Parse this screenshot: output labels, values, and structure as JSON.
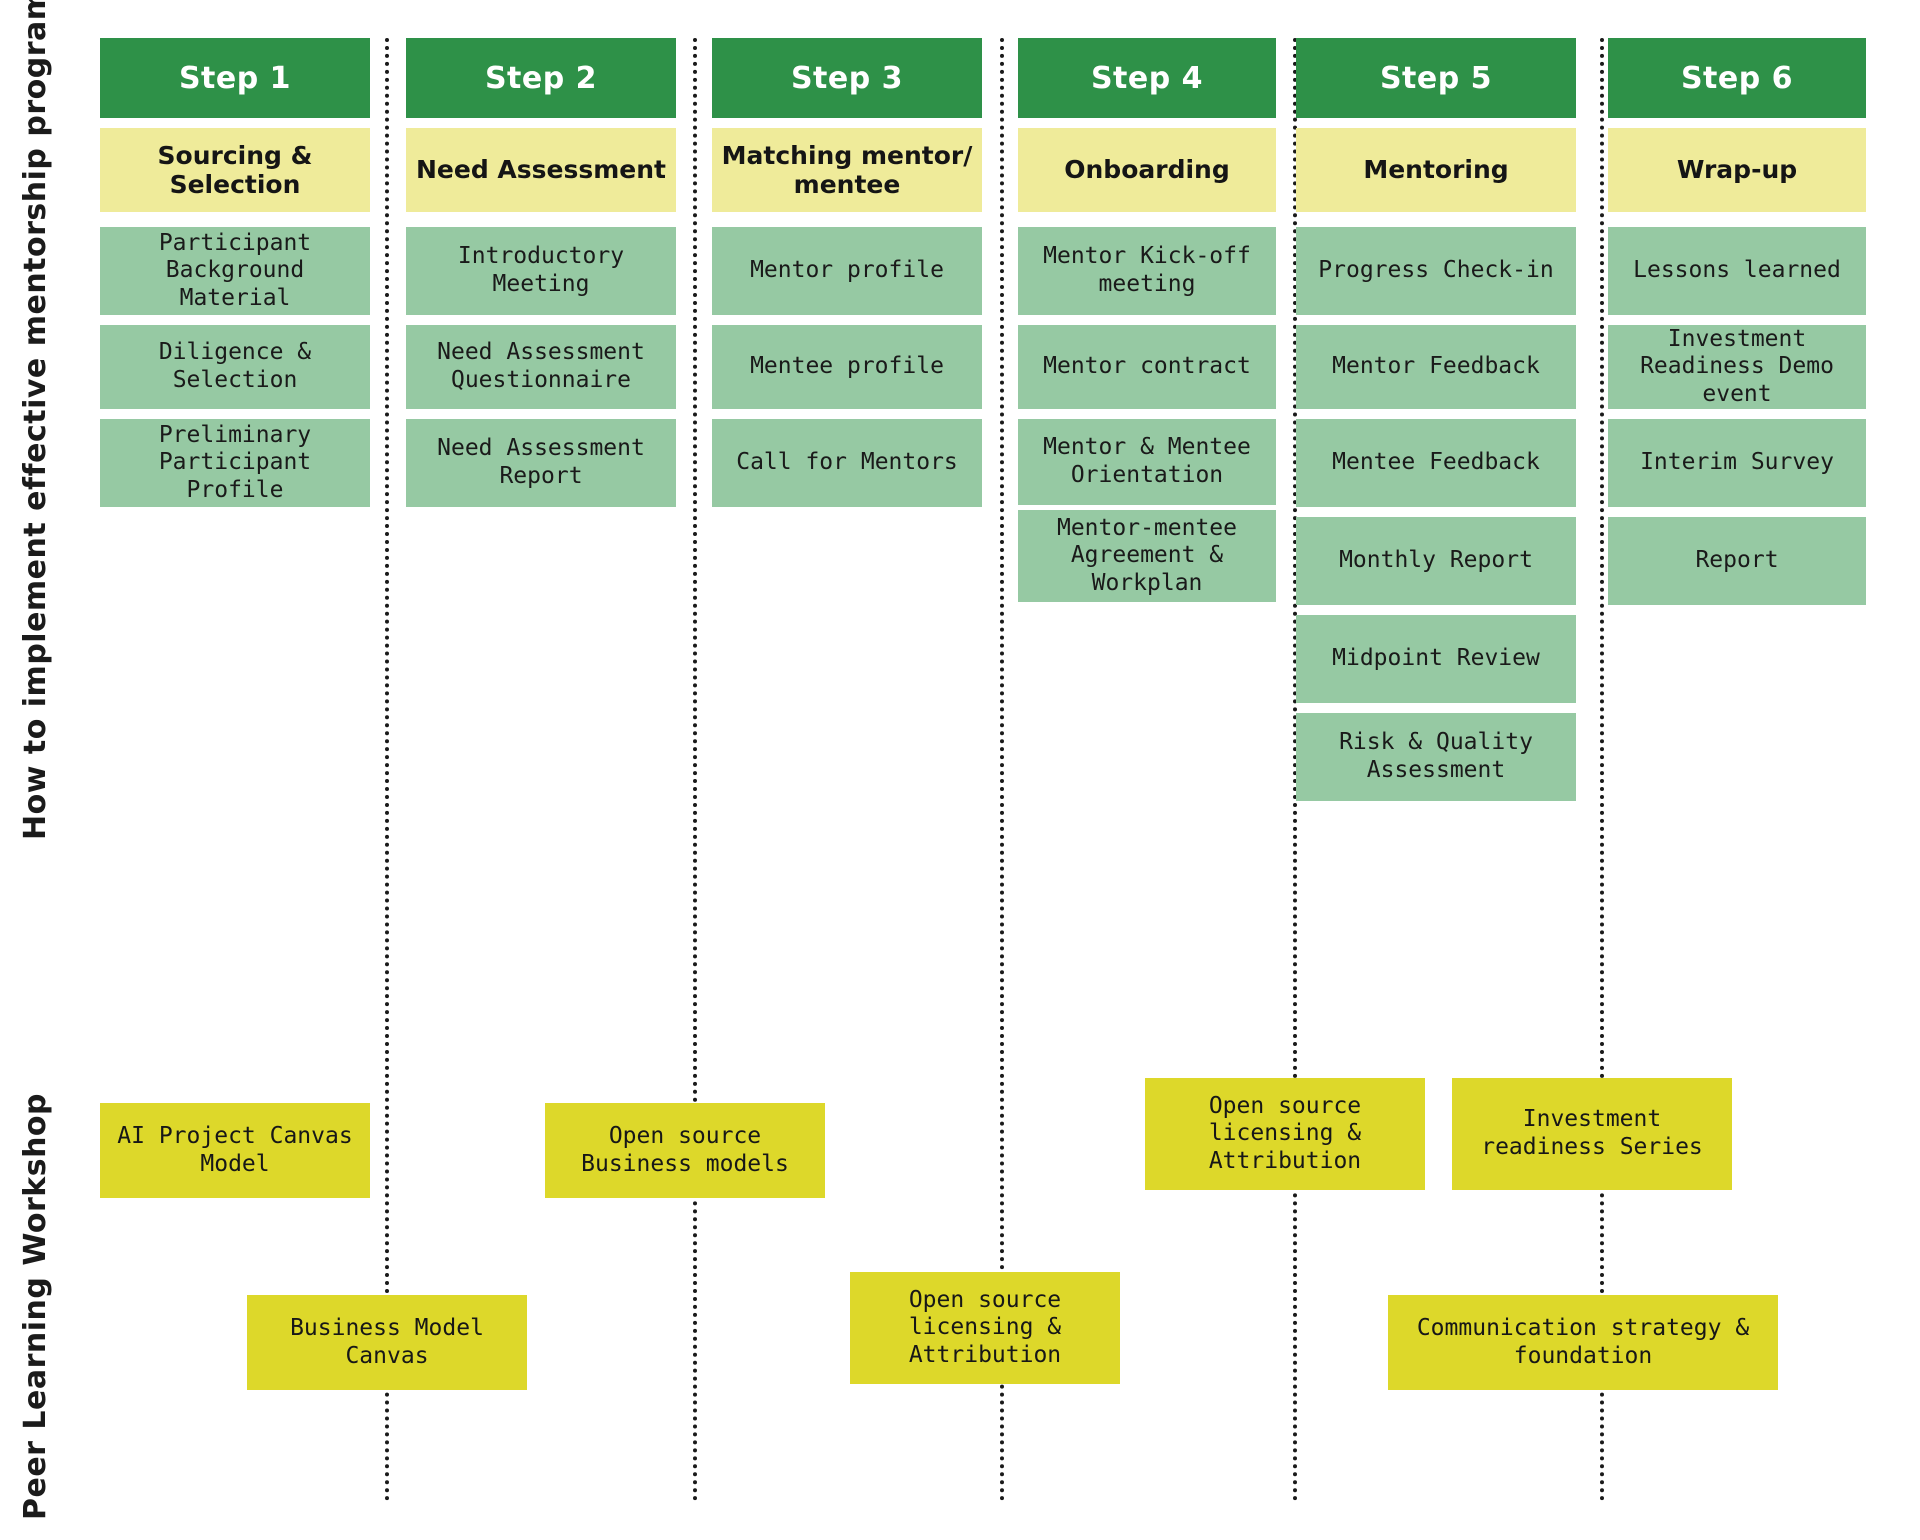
{
  "sections": {
    "top_label": "How to implement effective mentorship program",
    "bottom_label": "Peer Learning Workshop"
  },
  "colors": {
    "step_header": "#2e9148",
    "phase": "#efeb9a",
    "task": "#96c9a3",
    "workshop": "#ddd82a",
    "divider": "#1a1a1a",
    "background": "#ffffff"
  },
  "columns": [
    {
      "step": "Step 1",
      "phase": "Sourcing & Selection",
      "tasks": [
        "Participant Background Material",
        "Diligence & Selection",
        "Preliminary Participant Profile"
      ]
    },
    {
      "step": "Step 2",
      "phase": "Need Assessment",
      "tasks": [
        "Introductory Meeting",
        "Need Assessment Questionnaire",
        "Need Assessment Report"
      ]
    },
    {
      "step": "Step 3",
      "phase": "Matching mentor/ mentee",
      "tasks": [
        "Mentor profile",
        "Mentee profile",
        "Call for Mentors"
      ]
    },
    {
      "step": "Step 4",
      "phase": "Onboarding",
      "tasks": [
        "Mentor Kick-off meeting",
        "Mentor contract",
        "Mentor & Mentee Orientation",
        "Mentor-mentee Agreement & Workplan"
      ]
    },
    {
      "step": "Step 5",
      "phase": "Mentoring",
      "tasks": [
        "Progress Check-in",
        "Mentor Feedback",
        "Mentee Feedback",
        "Monthly Report",
        "Midpoint Review",
        "Risk & Quality Assessment"
      ]
    },
    {
      "step": "Step 6",
      "phase": "Wrap-up",
      "tasks": [
        "Lessons learned",
        "Investment Readiness Demo event",
        "Interim Survey",
        "Report"
      ]
    }
  ],
  "workshops": [
    {
      "label": "AI Project Canvas Model"
    },
    {
      "label": "Business Model Canvas"
    },
    {
      "label": "Open source Business models"
    },
    {
      "label": "Open source licensing & Attribution"
    },
    {
      "label": "Open source licensing & Attribution"
    },
    {
      "label": "Investment readiness Series"
    },
    {
      "label": "Communication strategy & foundation"
    }
  ]
}
